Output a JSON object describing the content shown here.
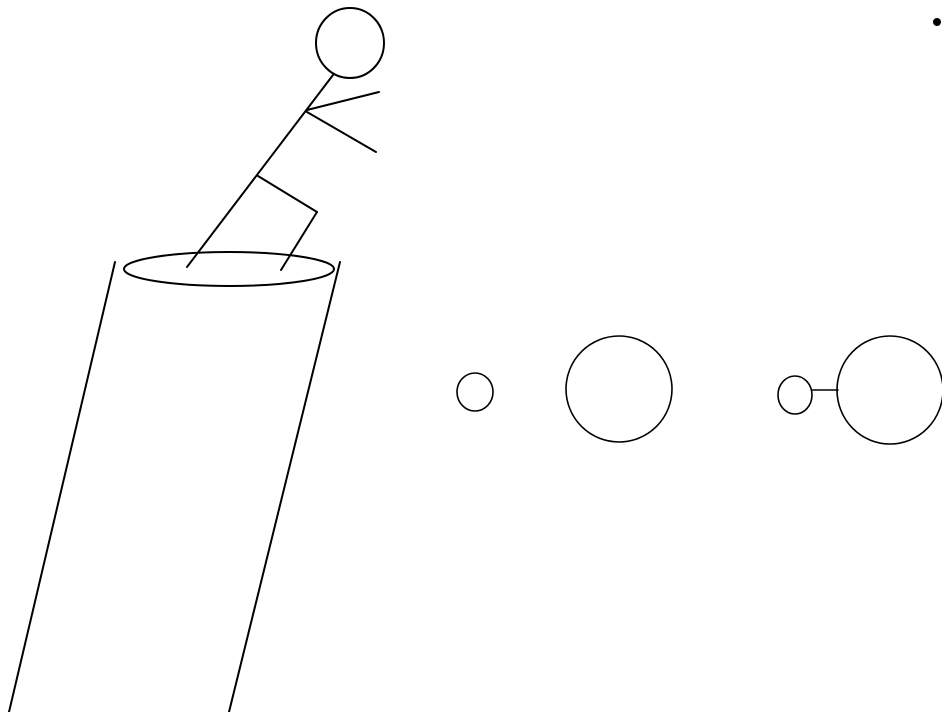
{
  "canvas": {
    "background": "#ffffff",
    "ink": "#000000"
  },
  "scene": {
    "figures": [
      "stick-figure",
      "pipe",
      "circles",
      "dot"
    ]
  }
}
